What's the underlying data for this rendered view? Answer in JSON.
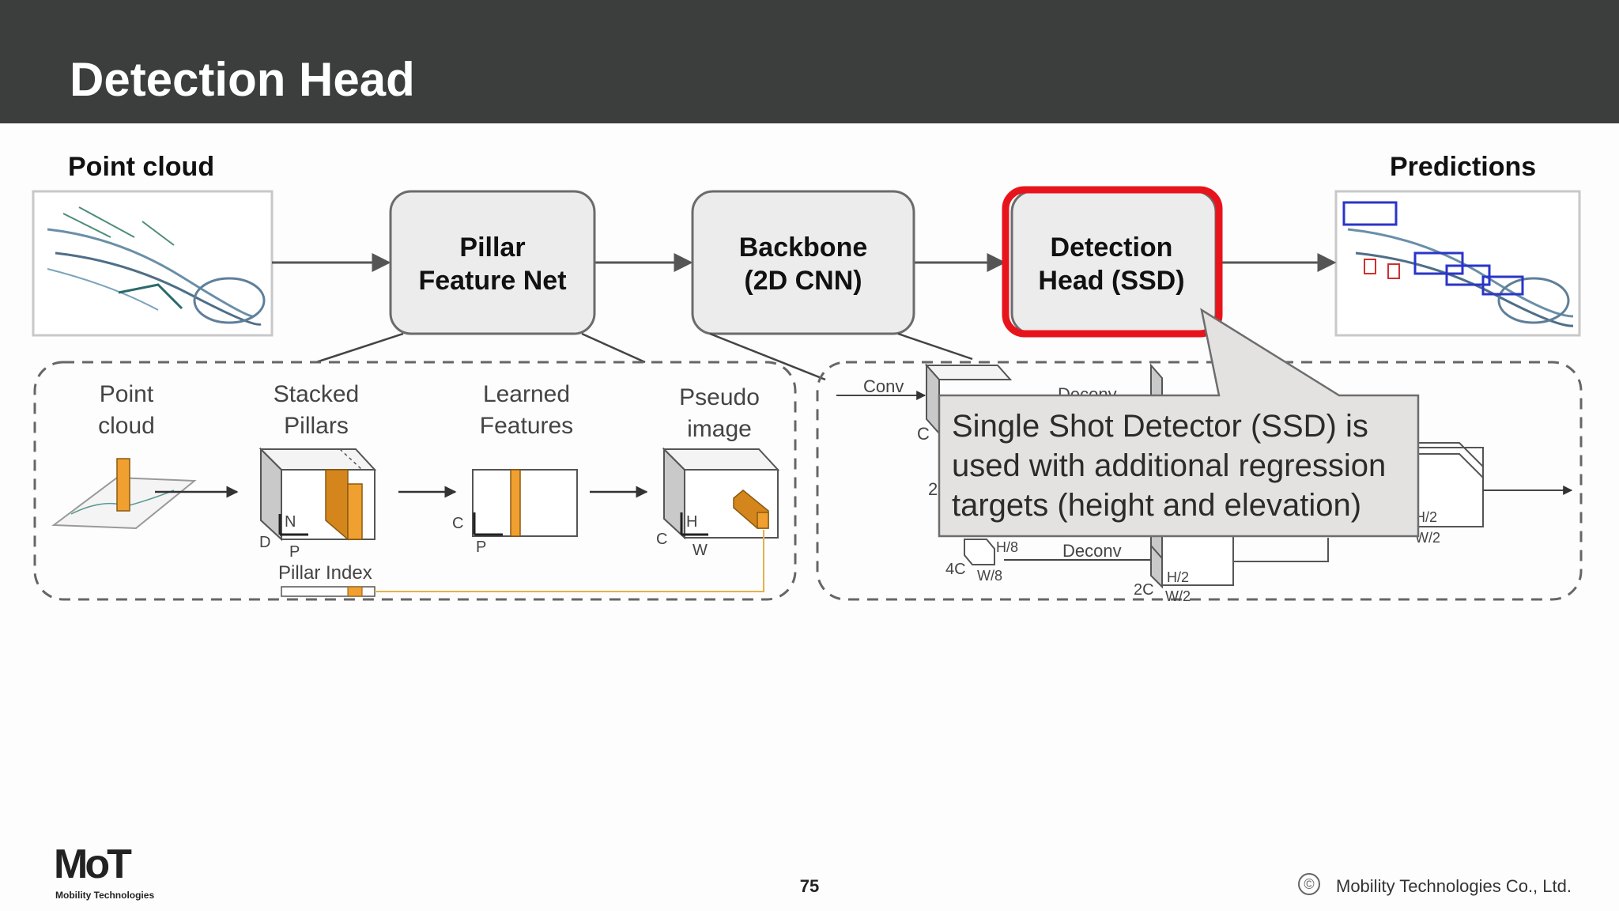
{
  "slide": {
    "title": "Detection Head",
    "page_number": "75",
    "company": "Mobility Technologies Co., Ltd.",
    "logo_text": "MoT",
    "logo_subtext": "Mobility Technologies"
  },
  "pipeline": {
    "input_label": "Point cloud",
    "output_label": "Predictions",
    "stages": [
      {
        "line1": "Pillar",
        "line2": "Feature Net"
      },
      {
        "line1": "Backbone",
        "line2": "(2D CNN)"
      },
      {
        "line1": "Detection",
        "line2": "Head (SSD)"
      }
    ]
  },
  "pfn_detail": {
    "labels": [
      {
        "line1": "Point",
        "line2": "cloud"
      },
      {
        "line1": "Stacked",
        "line2": "Pillars"
      },
      {
        "line1": "Learned",
        "line2": "Features"
      },
      {
        "line1": "Pseudo",
        "line2": "image"
      }
    ],
    "pillar_index_label": "Pillar Index",
    "axis_labels": {
      "d": "D",
      "n": "N",
      "p": "P",
      "c": "C",
      "h": "H",
      "w": "W"
    }
  },
  "backbone_detail": {
    "conv_label": "Conv",
    "deconv_label": "Deconv",
    "deconv_label_partial": "Deconv",
    "c_label": "C",
    "two_label": "2",
    "four_c_label": "4C",
    "two_c_label": "2C",
    "h8_label": "H/8",
    "w8_label": "W/8",
    "h2_label": "H/2",
    "w2_label": "W/2"
  },
  "callout": {
    "text": "Single Shot Detector (SSD) is used with additional regression targets (height and elevation)"
  },
  "colors": {
    "header_bg": "#3b3e3d",
    "highlight": "#e8141c",
    "pillar_orange": "#f0a030",
    "stage_fill": "#ececec",
    "callout_fill": "#e3e2e0"
  }
}
